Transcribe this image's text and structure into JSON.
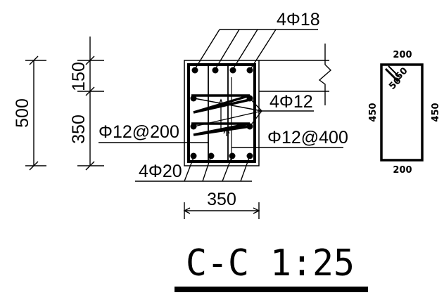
{
  "section": {
    "dims": {
      "total_height": "500",
      "top_height": "150",
      "bottom_height": "350",
      "width": "350"
    },
    "labels": {
      "top_bars": "4Φ18",
      "side_bars": "4Φ12",
      "stirrup_main": "Φ12@200",
      "stirrup_tie": "Φ12@400",
      "bottom_bars": "4Φ20"
    },
    "stirrup_detail": {
      "top": "200",
      "bottom": "200",
      "left": "450",
      "right": "450",
      "hook_a": "50",
      "hook_b": "50"
    },
    "title": "C-C 1:25"
  }
}
